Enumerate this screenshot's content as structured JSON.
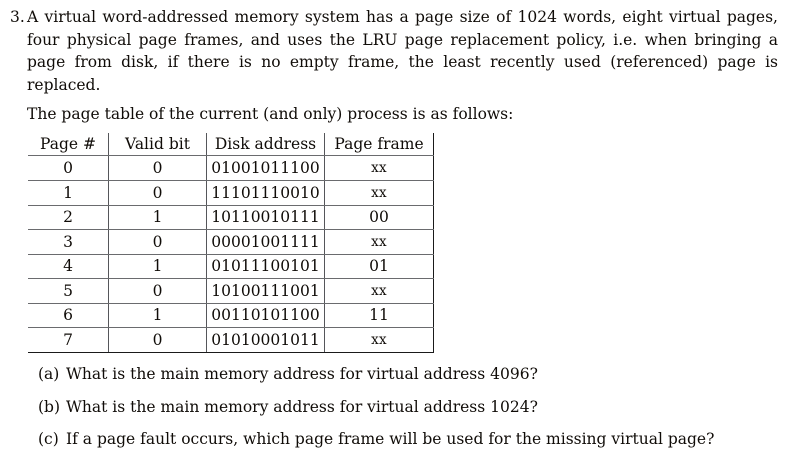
{
  "problem": {
    "number": "3.",
    "statement": "A virtual word-addressed memory system has a page size of 1024 words, eight virtual pages, four physical page frames, and uses the LRU page replacement policy, i.e. when bringing a page from disk, if there is no empty frame, the least recently used (referenced) page is replaced.",
    "intro": "The page table of the current (and only) process is as follows:"
  },
  "table": {
    "headers": {
      "page": "Page #",
      "valid": "Valid bit",
      "disk": "Disk address",
      "frame": "Page frame"
    },
    "rows": [
      {
        "page": "0",
        "valid": "0",
        "disk": "01001011100",
        "frame": "xx"
      },
      {
        "page": "1",
        "valid": "0",
        "disk": "11101110010",
        "frame": "xx"
      },
      {
        "page": "2",
        "valid": "1",
        "disk": "10110010111",
        "frame": "00"
      },
      {
        "page": "3",
        "valid": "0",
        "disk": "00001001111",
        "frame": "xx"
      },
      {
        "page": "4",
        "valid": "1",
        "disk": "01011100101",
        "frame": "01"
      },
      {
        "page": "5",
        "valid": "0",
        "disk": "10100111001",
        "frame": "xx"
      },
      {
        "page": "6",
        "valid": "1",
        "disk": "00110101100",
        "frame": "11"
      },
      {
        "page": "7",
        "valid": "0",
        "disk": "01010001011",
        "frame": "xx"
      }
    ]
  },
  "subquestions": [
    {
      "label": "(a)",
      "text": "What is the main memory address for virtual address 4096?"
    },
    {
      "label": "(b)",
      "text": "What is the main memory address for virtual address 1024?"
    },
    {
      "label": "(c)",
      "text": "If a page fault occurs, which page frame will be used for the missing virtual page?"
    }
  ],
  "colors": {
    "background": "#ffffff",
    "text": "#100c08",
    "rule": "#6a6b6e",
    "border_dark": "#1a1a1a"
  }
}
